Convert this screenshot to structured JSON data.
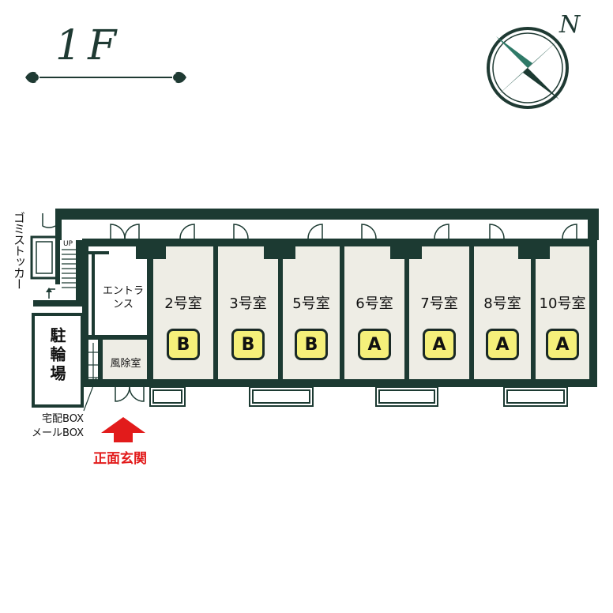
{
  "floor": {
    "title": "1F"
  },
  "compass": {
    "north": "N"
  },
  "colors": {
    "wall": "#1c3a32",
    "room_fill": "#eeede5",
    "badge_fill": "#f5f07a",
    "entrance_arrow": "#e21b1b"
  },
  "rooms": [
    {
      "label": "2号室",
      "type": "B"
    },
    {
      "label": "3号室",
      "type": "B"
    },
    {
      "label": "5号室",
      "type": "B"
    },
    {
      "label": "6号室",
      "type": "A"
    },
    {
      "label": "7号室",
      "type": "A"
    },
    {
      "label": "8号室",
      "type": "A"
    },
    {
      "label": "10号室",
      "type": "A"
    }
  ],
  "areas": {
    "entrance_hall": "エントランス",
    "windbreak_room": "風除室",
    "garbage_stocker": "ゴミストッカー",
    "bicycle_parking": "駐輪場",
    "stairs_up": "UP"
  },
  "mailbox": {
    "line1": "宅配BOX",
    "line2": "メールBOX"
  },
  "main_entrance": "正面玄関"
}
